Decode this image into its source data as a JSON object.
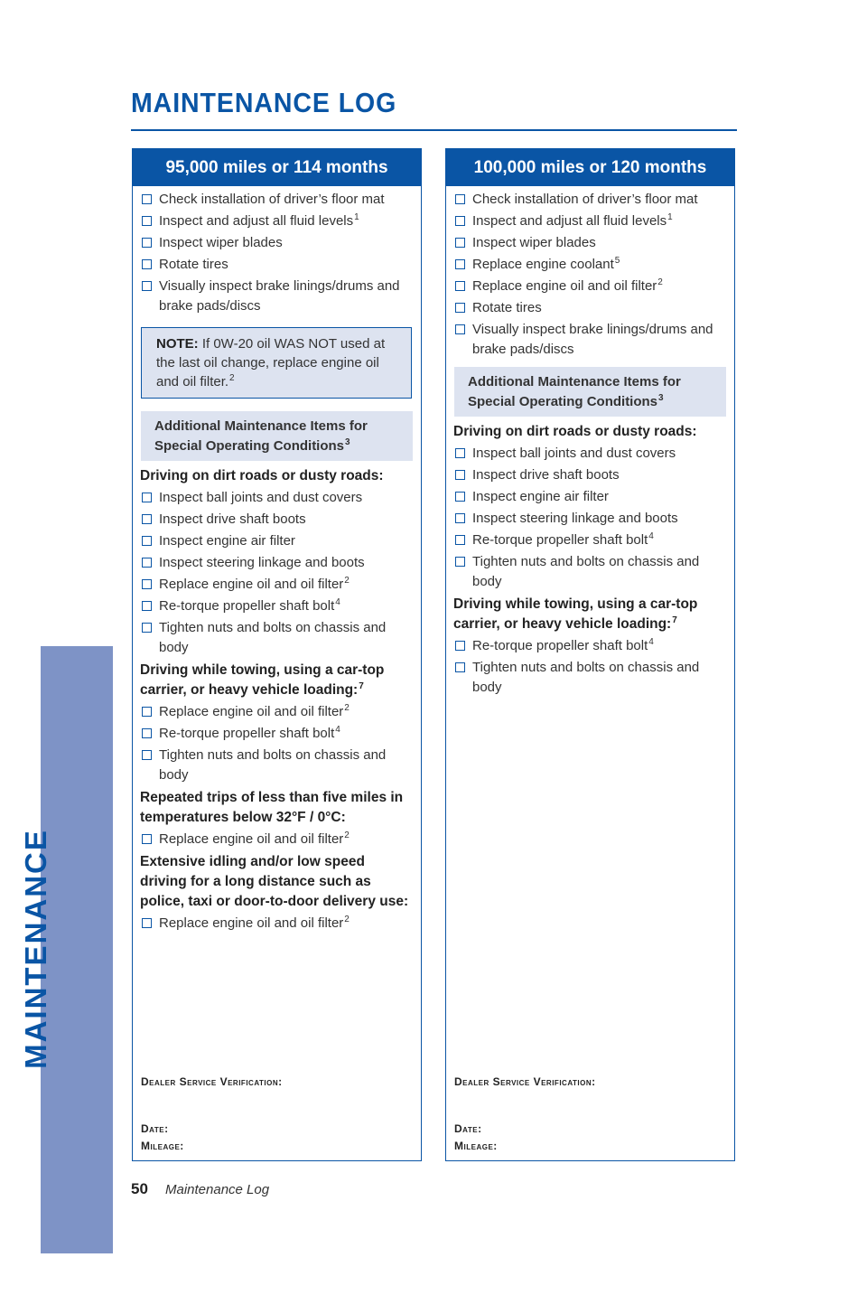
{
  "page": {
    "title": "MAINTENANCE LOG",
    "side_tab": "MAINTENANCE",
    "page_number": "50",
    "footer_title": "Maintenance Log"
  },
  "colors": {
    "accent": "#0a55a5",
    "tint": "#dde3f0",
    "side_tab": "#7e93c6"
  },
  "left": {
    "header": "95,000 miles or 114 months",
    "items": [
      {
        "text": "Check installation of driver’s floor mat",
        "sup": ""
      },
      {
        "text": "Inspect and adjust all fluid levels",
        "sup": "1"
      },
      {
        "text": "Inspect wiper blades",
        "sup": ""
      },
      {
        "text": "Rotate tires",
        "sup": ""
      },
      {
        "text": "Visually inspect brake linings/drums and brake pads/discs",
        "sup": ""
      }
    ],
    "note_label": "NOTE:",
    "note_text": " If 0W-20 oil WAS NOT used at the last oil change, replace engine oil and oil filter.",
    "note_sup": "2",
    "addl_title": "Additional Maintenance Items for Special Operating Conditions",
    "addl_sup": "3",
    "cond1": {
      "title": "Driving on dirt roads or dusty roads:",
      "sup": "",
      "items": [
        {
          "text": "Inspect ball joints and dust covers",
          "sup": ""
        },
        {
          "text": "Inspect drive shaft boots",
          "sup": ""
        },
        {
          "text": "Inspect engine air filter",
          "sup": ""
        },
        {
          "text": "Inspect steering linkage and boots",
          "sup": ""
        },
        {
          "text": "Replace engine oil and oil filter",
          "sup": "2"
        },
        {
          "text": "Re-torque propeller shaft bolt",
          "sup": "4"
        },
        {
          "text": "Tighten nuts and bolts on chassis and body",
          "sup": ""
        }
      ]
    },
    "cond2": {
      "title": "Driving while towing, using a car-top carrier, or heavy vehicle loading:",
      "sup": "7",
      "items": [
        {
          "text": "Replace engine oil and oil filter",
          "sup": "2"
        },
        {
          "text": "Re-torque propeller shaft bolt",
          "sup": "4"
        },
        {
          "text": "Tighten nuts and bolts on chassis and body",
          "sup": ""
        }
      ]
    },
    "cond3": {
      "title": "Repeated trips of less than five miles in temperatures below 32°F / 0°C:",
      "sup": "",
      "items": [
        {
          "text": "Replace engine oil and oil filter",
          "sup": "2"
        }
      ]
    },
    "cond4": {
      "title": "Extensive idling and/or low speed driving for a long distance such as police, taxi or door-to-door delivery use:",
      "sup": "",
      "items": [
        {
          "text": "Replace engine oil and oil filter",
          "sup": "2"
        }
      ]
    },
    "dealer_label": "Dealer Service Verification:",
    "date_label": "Date:",
    "mileage_label": "Mileage:"
  },
  "right": {
    "header": "100,000 miles or 120 months",
    "items": [
      {
        "text": "Check installation of driver’s floor mat",
        "sup": ""
      },
      {
        "text": "Inspect and adjust all fluid levels",
        "sup": "1"
      },
      {
        "text": "Inspect wiper blades",
        "sup": ""
      },
      {
        "text": "Replace engine coolant",
        "sup": "5"
      },
      {
        "text": "Replace engine oil and oil filter",
        "sup": "2"
      },
      {
        "text": "Rotate tires",
        "sup": ""
      },
      {
        "text": "Visually inspect brake linings/drums and brake pads/discs",
        "sup": ""
      }
    ],
    "addl_title": "Additional Maintenance Items for Special Operating Conditions",
    "addl_sup": "3",
    "cond1": {
      "title": "Driving on dirt roads or dusty roads:",
      "sup": "",
      "items": [
        {
          "text": "Inspect ball joints and dust covers",
          "sup": ""
        },
        {
          "text": "Inspect drive shaft boots",
          "sup": ""
        },
        {
          "text": "Inspect engine air filter",
          "sup": ""
        },
        {
          "text": "Inspect steering linkage and boots",
          "sup": ""
        },
        {
          "text": "Re-torque propeller shaft bolt",
          "sup": "4"
        },
        {
          "text": "Tighten nuts and bolts on chassis and body",
          "sup": ""
        }
      ]
    },
    "cond2": {
      "title": "Driving while towing, using a car-top carrier, or heavy vehicle loading:",
      "sup": "7",
      "items": [
        {
          "text": "Re-torque propeller shaft bolt",
          "sup": "4"
        },
        {
          "text": "Tighten nuts and bolts on chassis and body",
          "sup": ""
        }
      ]
    },
    "dealer_label": "Dealer Service Verification:",
    "date_label": "Date:",
    "mileage_label": "Mileage:"
  }
}
